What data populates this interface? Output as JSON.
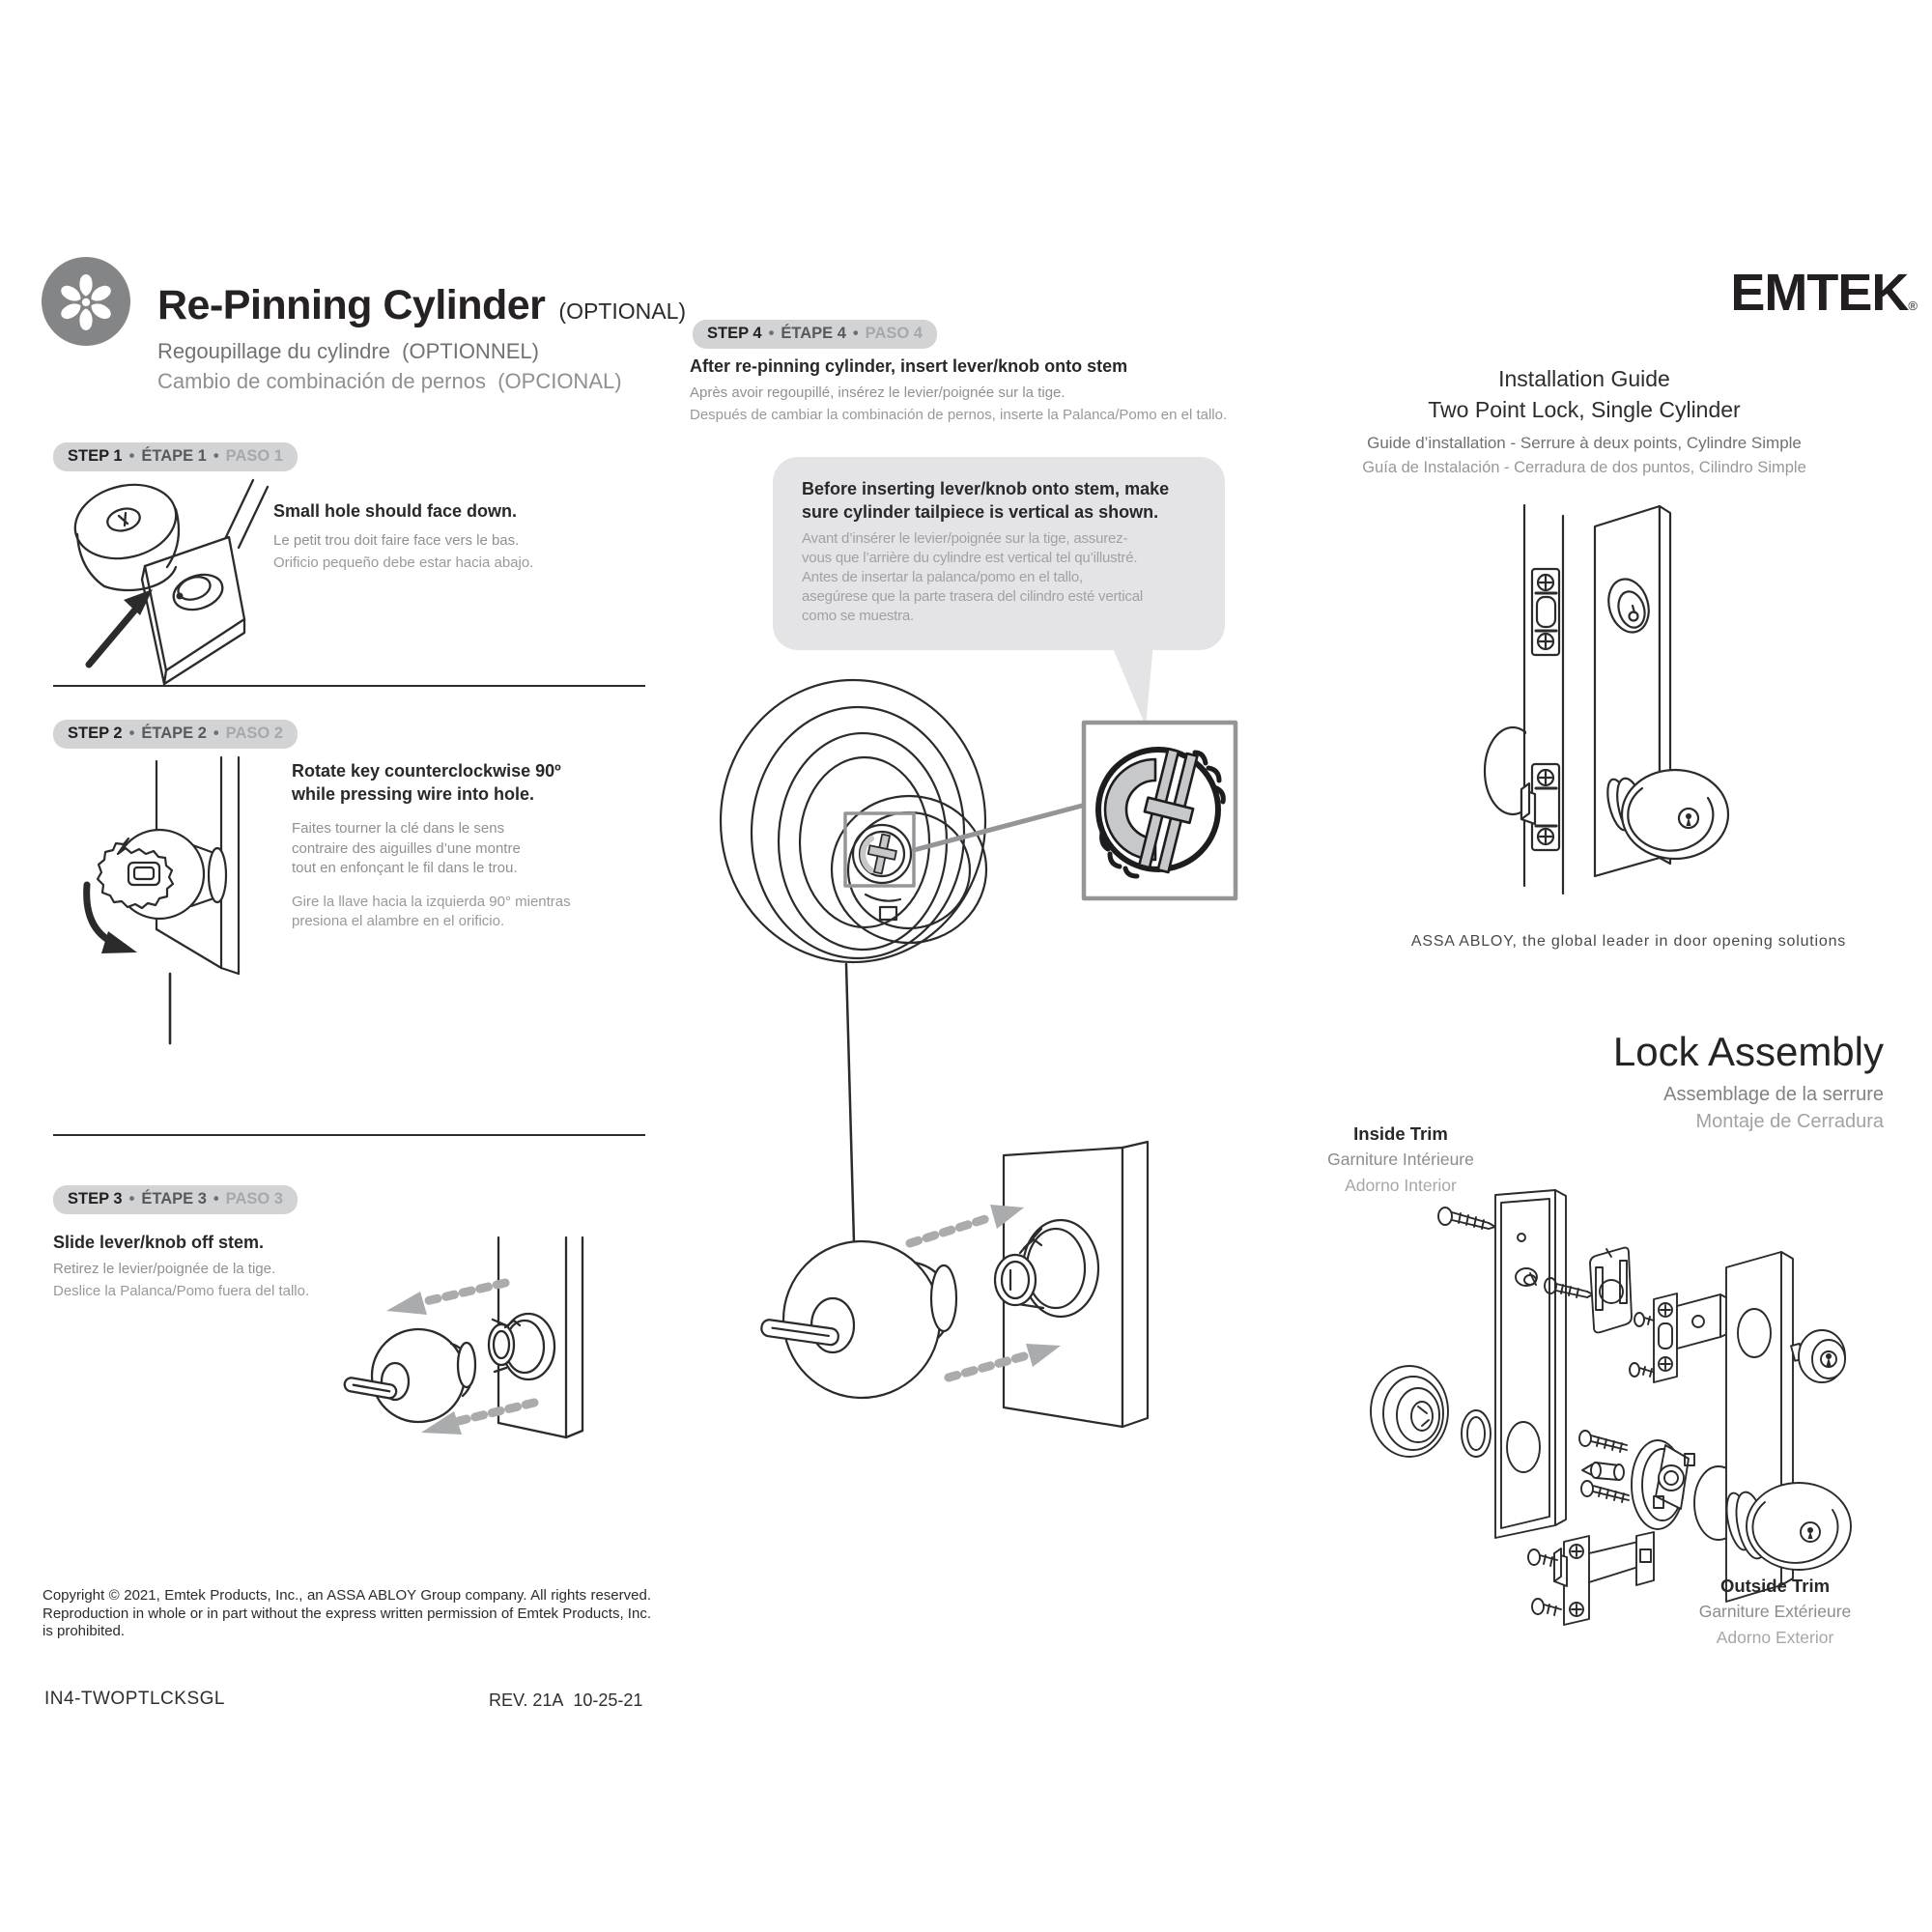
{
  "misc": {
    "separator": "•"
  },
  "colors": {
    "badge_bg": "#d2d3d5",
    "callout_bg": "#e4e4e6",
    "logo_gray": "#838587",
    "text_dark": "#231f20",
    "text_gray": "#8e9093",
    "text_light_gray": "#a7a8aa",
    "detail_line_gray": "#939598"
  },
  "masthead": {
    "logo_icon": "flower-asterisk-icon",
    "title": "Re-Pinning Cylinder",
    "title_note": "(OPTIONAL)",
    "subtitle_fr": "Regoupillage du cylindre  (OPTIONNEL)",
    "subtitle_es": "Cambio de combinación de pernos  (OPCIONAL)"
  },
  "steps": {
    "step1": {
      "badge_en": "STEP 1",
      "badge_fr": "ÉTAPE 1",
      "badge_es": "PASO 1",
      "heading": "Small hole should face down.",
      "body_fr": "Le petit trou doit faire face vers le bas.",
      "body_es": "Orificio pequeño debe estar hacia abajo."
    },
    "step2": {
      "badge_en": "STEP 2",
      "badge_fr": "ÉTAPE 2",
      "badge_es": "PASO 2",
      "heading": "Rotate key counterclockwise 90º\nwhile pressing wire into hole.",
      "body_fr": "Faites tourner la clé dans le sens\ncontraire des aiguilles d’une montre\ntout en enfonçant le fil dans le trou.",
      "body_es": "Gire la llave hacia la izquierda 90° mientras\npresiona el alambre en el orificio."
    },
    "step3": {
      "badge_en": "STEP 3",
      "badge_fr": "ÉTAPE 3",
      "badge_es": "PASO 3",
      "heading": "Slide lever/knob off stem.",
      "body_fr": "Retirez le levier/poignée de la tige.",
      "body_es": "Deslice la Palanca/Pomo fuera del tallo."
    },
    "step4": {
      "badge_en": "STEP 4",
      "badge_fr": "ÉTAPE 4",
      "badge_es": "PASO 4",
      "heading": "After re-pinning cylinder, insert lever/knob onto stem",
      "body_fr": "Après avoir regoupillé, insérez le levier/poignée sur la tige.",
      "body_es": "Después de cambiar la combinación de pernos, inserte la Palanca/Pomo en el tallo."
    }
  },
  "callout": {
    "heading": "Before inserting lever/knob onto stem, make\nsure cylinder tailpiece is vertical as shown.",
    "body_fr": "Avant d’insérer le levier/poignée sur la tige, assurez-\nvous que l’arrière du cylindre est vertical tel qu’illustré.",
    "body_es": "Antes de insertar la palanca/pomo en el tallo,\nasegúrese que la parte trasera del cilindro esté vertical\ncomo se muestra."
  },
  "brand": {
    "name": "EMTEK",
    "registered": "®"
  },
  "guide": {
    "title_line1": "Installation Guide",
    "title_line2": "Two Point Lock, Single Cylinder",
    "subtitle_fr": "Guide d’installation - Serrure à deux points, Cylindre Simple",
    "subtitle_es": "Guía de Instalación - Cerradura de dos puntos, Cilindro Simple",
    "tagline": "ASSA ABLOY, the global leader in door opening solutions"
  },
  "assembly": {
    "title": "Lock Assembly",
    "subtitle_fr": "Assemblage de la serrure",
    "subtitle_es": "Montaje de Cerradura",
    "inside_trim": {
      "label": "Inside Trim",
      "fr": "Garniture Intérieure",
      "es": "Adorno Interior"
    },
    "outside_trim": {
      "label": "Outside Trim",
      "fr": "Garniture Extérieure",
      "es": "Adorno Exterior"
    }
  },
  "footer": {
    "copyright": "Copyright © 2021, Emtek Products, Inc., an ASSA ABLOY Group company. All rights reserved. Reproduction in whole or in part without the express written permission of Emtek Products, Inc. is prohibited.",
    "document_number": "IN4-TWOPTLCKSGL",
    "revision": "REV. 21A  10-25-21"
  }
}
